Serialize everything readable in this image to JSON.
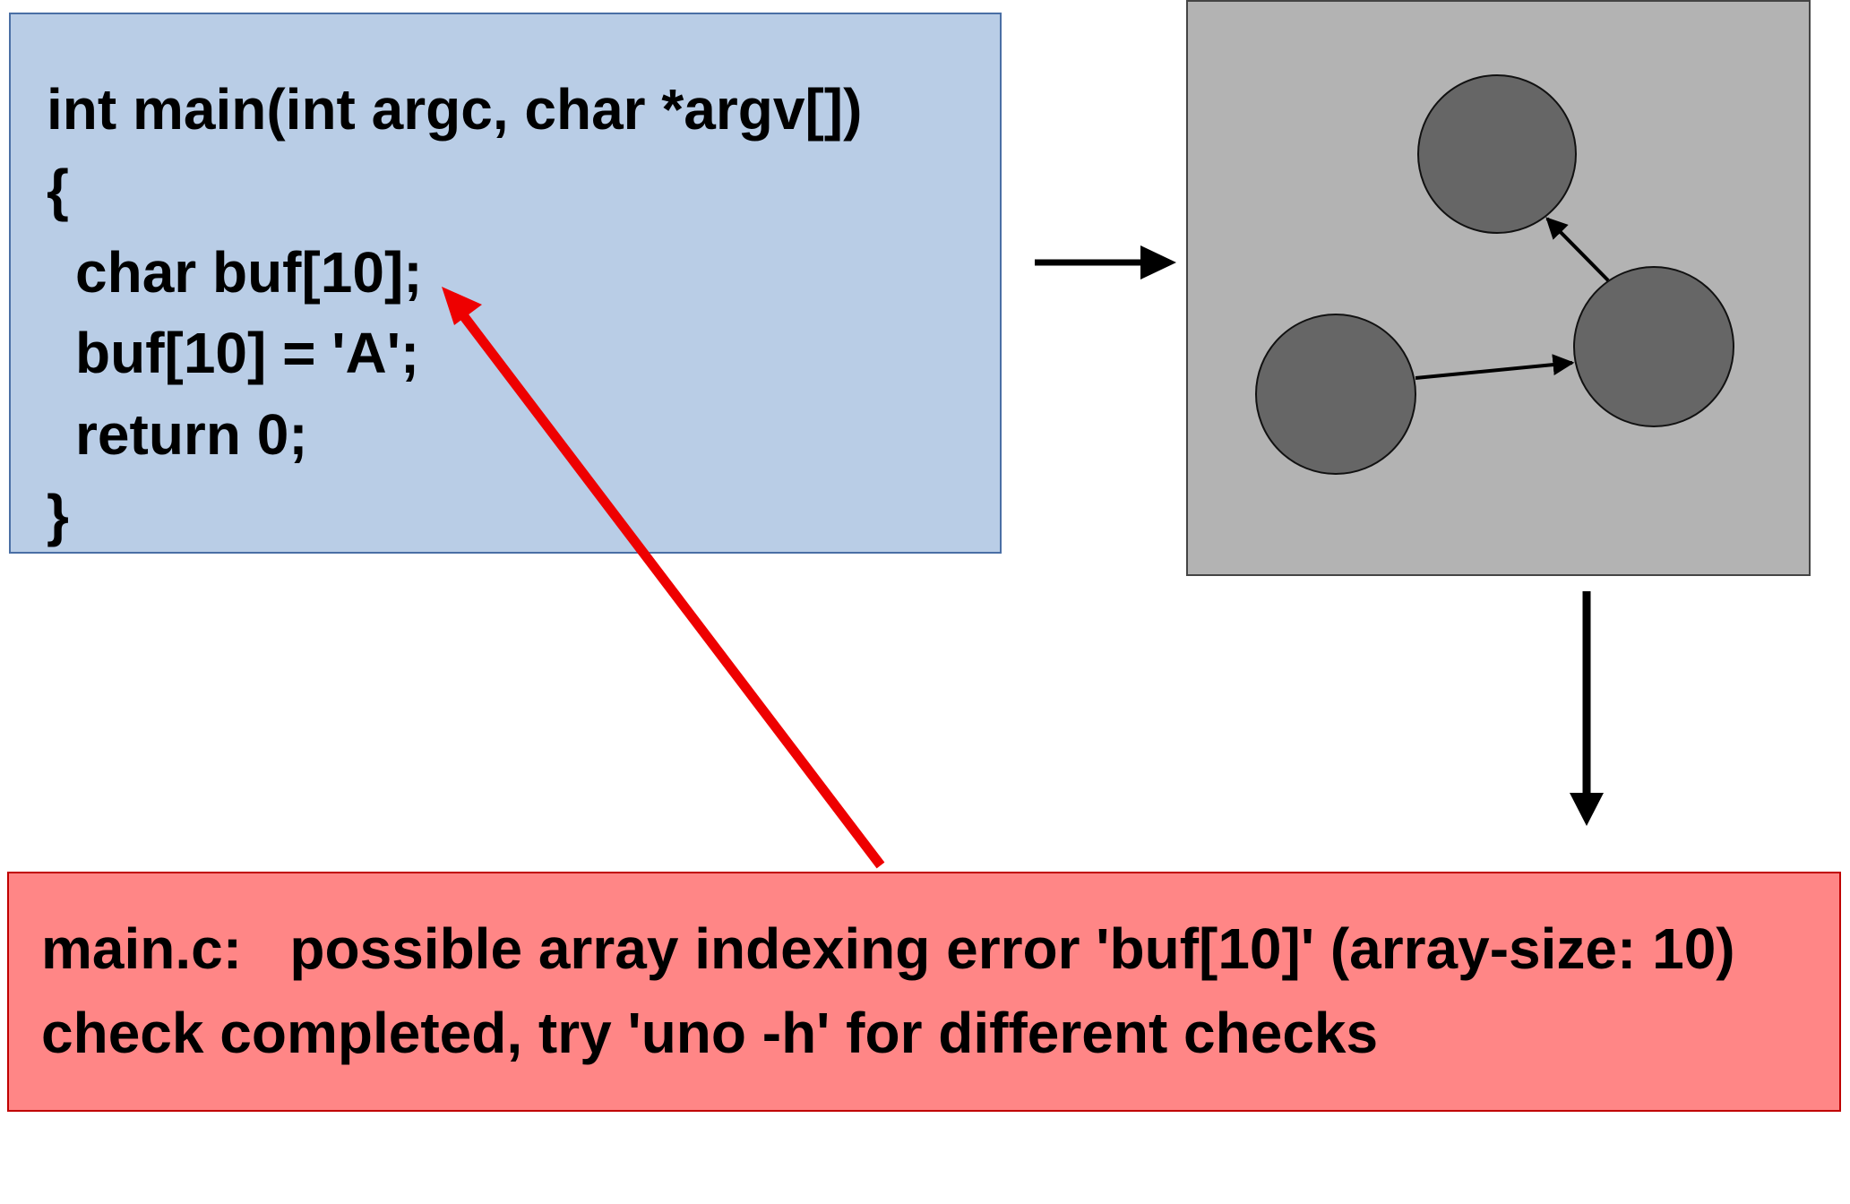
{
  "code": {
    "lines": [
      "int main(int argc, char *argv[])",
      "{",
      "char buf[10];",
      "buf[10] = 'A';",
      "return 0;",
      "}"
    ]
  },
  "message": {
    "lines": [
      "main.c:   possible array indexing error 'buf[10]' (array-size: 10)",
      "check completed, try 'uno -h' for different checks"
    ]
  },
  "colors": {
    "code_bg": "#b9cde6",
    "graph_bg": "#b3b3b3",
    "node_fill": "#666666",
    "message_bg": "#ff8686",
    "highlight_arrow": "#ee0000"
  }
}
